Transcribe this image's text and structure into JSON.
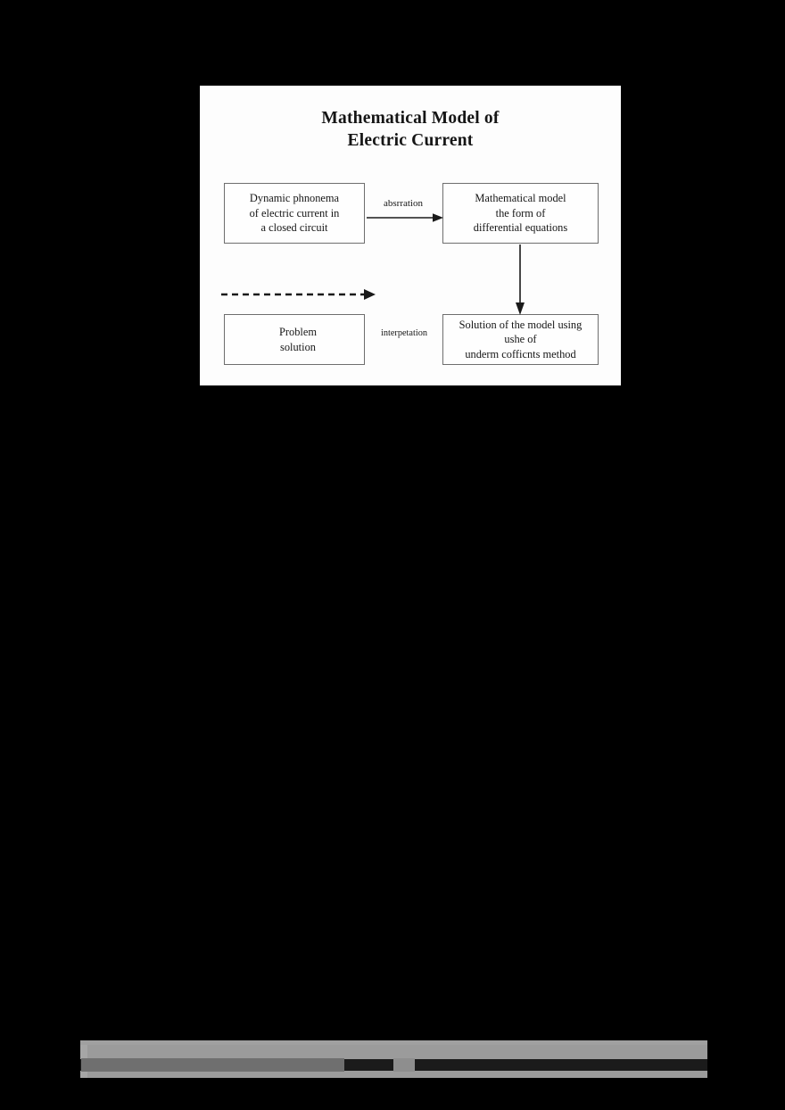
{
  "page": {
    "background_color": "#000000",
    "panel_background_color": "#fdfdfd"
  },
  "figure": {
    "title_line1": "Mathematical Model of",
    "title_line2": "Electric Current",
    "box_border_color": "#6e6e6e",
    "text_color": "#161616",
    "nodes": [
      {
        "id": "dynamic-phenomena",
        "lines": [
          "Dynamic phnonema",
          "of electric current in",
          "a closed circuit"
        ]
      },
      {
        "id": "math-model",
        "lines": [
          "Mathematical model",
          "the form of",
          "differential equations"
        ]
      },
      {
        "id": "problem-solution",
        "lines": [
          "Problem",
          "solution"
        ]
      },
      {
        "id": "model-solution",
        "lines": [
          "Solution of the model using",
          "ushe of",
          "underm cofficnts method"
        ]
      }
    ],
    "edges": [
      {
        "id": "abstraction",
        "label": "absrration",
        "style": "solid",
        "direction": "right",
        "from": "dynamic-phenomena",
        "to": "math-model"
      },
      {
        "id": "solve",
        "label": "",
        "style": "solid",
        "direction": "down",
        "from": "math-model",
        "to": "model-solution"
      },
      {
        "id": "interpetation",
        "label": "interpetation",
        "style": "solid",
        "direction": "left",
        "from": "model-solution",
        "to": "problem-solution"
      },
      {
        "id": "feedback",
        "label": "",
        "style": "dashed",
        "direction": "right",
        "from": "problem-solution",
        "to": "math-model"
      }
    ]
  },
  "footer": {
    "redacted": true,
    "redaction_color": "#9b9b9b",
    "bar_color": "#1b1b1b",
    "text": ""
  }
}
